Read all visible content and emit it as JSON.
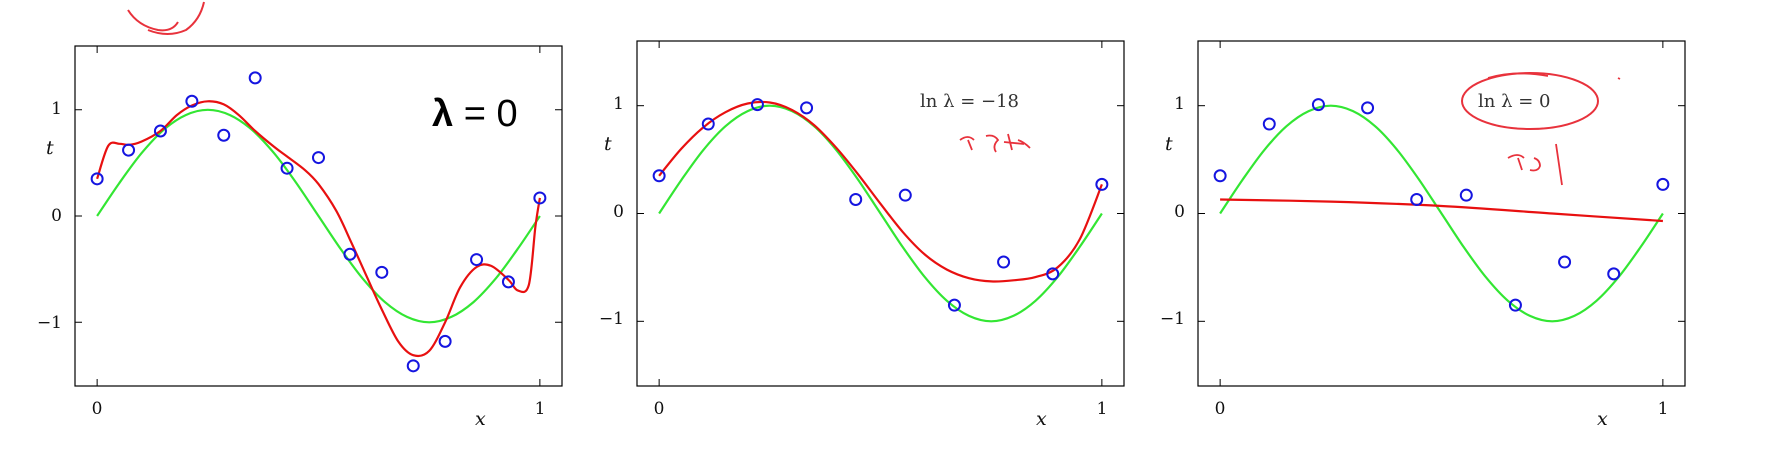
{
  "chart_data": [
    {
      "type": "line",
      "annotation": {
        "lead": "λ",
        "rest": " = 0",
        "style": "bold-sans"
      },
      "xlabel": "x",
      "ylabel": "t",
      "xlim": [
        -0.05,
        1.05
      ],
      "ylim": [
        -1.6,
        1.6
      ],
      "xticks": [
        "0",
        "1"
      ],
      "yticks": [
        "1",
        "0",
        "−1"
      ],
      "points": {
        "x": [
          0.0,
          0.071,
          0.143,
          0.214,
          0.286,
          0.357,
          0.429,
          0.5,
          0.571,
          0.643,
          0.714,
          0.786,
          0.857,
          0.929,
          1.0
        ],
        "y": [
          0.35,
          0.62,
          0.8,
          1.08,
          0.76,
          1.3,
          0.45,
          0.55,
          -0.36,
          -0.53,
          -1.41,
          -1.18,
          -0.41,
          -0.62,
          0.17
        ]
      },
      "series": [
        {
          "role": "truth",
          "color": "#33e633",
          "x": [
            0,
            0.05,
            0.1,
            0.15,
            0.2,
            0.25,
            0.3,
            0.35,
            0.4,
            0.45,
            0.5,
            0.55,
            0.6,
            0.65,
            0.7,
            0.75,
            0.8,
            0.85,
            0.9,
            0.95,
            1.0
          ],
          "y": [
            0,
            0.31,
            0.59,
            0.81,
            0.95,
            1.0,
            0.95,
            0.81,
            0.59,
            0.31,
            0,
            -0.31,
            -0.59,
            -0.81,
            -0.95,
            -1.0,
            -0.95,
            -0.81,
            -0.59,
            -0.31,
            0
          ]
        },
        {
          "role": "fit",
          "color": "#e81010",
          "x": [
            0,
            0.025,
            0.05,
            0.071,
            0.1,
            0.143,
            0.18,
            0.214,
            0.25,
            0.286,
            0.32,
            0.357,
            0.4,
            0.429,
            0.47,
            0.5,
            0.54,
            0.571,
            0.61,
            0.643,
            0.68,
            0.714,
            0.75,
            0.786,
            0.82,
            0.857,
            0.89,
            0.929,
            0.95,
            0.975,
            0.99,
            1.0
          ],
          "y": [
            0.35,
            0.66,
            0.68,
            0.67,
            0.7,
            0.8,
            0.95,
            1.04,
            1.08,
            1.05,
            0.95,
            0.8,
            0.65,
            0.56,
            0.43,
            0.3,
            0.05,
            -0.22,
            -0.58,
            -0.88,
            -1.18,
            -1.31,
            -1.27,
            -1.0,
            -0.67,
            -0.48,
            -0.47,
            -0.6,
            -0.7,
            -0.65,
            -0.1,
            0.17
          ]
        }
      ]
    },
    {
      "type": "line",
      "annotation": {
        "text": "ln λ = −18",
        "style": "serif"
      },
      "xlabel": "x",
      "ylabel": "t",
      "xlim": [
        -0.05,
        1.05
      ],
      "ylim": [
        -1.6,
        1.6
      ],
      "xticks": [
        "0",
        "1"
      ],
      "yticks": [
        "1",
        "0",
        "−1"
      ],
      "points": {
        "x": [
          0.0,
          0.111,
          0.222,
          0.333,
          0.444,
          0.556,
          0.667,
          0.778,
          0.889,
          1.0
        ],
        "y": [
          0.35,
          0.83,
          1.01,
          0.98,
          0.13,
          0.17,
          -0.85,
          -0.45,
          -0.56,
          0.27
        ]
      },
      "series": [
        {
          "role": "truth",
          "color": "#33e633",
          "x": [
            0,
            0.05,
            0.1,
            0.15,
            0.2,
            0.25,
            0.3,
            0.35,
            0.4,
            0.45,
            0.5,
            0.55,
            0.6,
            0.65,
            0.7,
            0.75,
            0.8,
            0.85,
            0.9,
            0.95,
            1.0
          ],
          "y": [
            0,
            0.31,
            0.59,
            0.81,
            0.95,
            1.0,
            0.95,
            0.81,
            0.59,
            0.31,
            0,
            -0.31,
            -0.59,
            -0.81,
            -0.95,
            -1.0,
            -0.95,
            -0.81,
            -0.59,
            -0.31,
            0
          ]
        },
        {
          "role": "fit",
          "color": "#e81010",
          "x": [
            0,
            0.05,
            0.1,
            0.15,
            0.2,
            0.25,
            0.3,
            0.35,
            0.4,
            0.45,
            0.5,
            0.55,
            0.6,
            0.65,
            0.7,
            0.75,
            0.8,
            0.85,
            0.9,
            0.95,
            1.0
          ],
          "y": [
            0.35,
            0.6,
            0.8,
            0.94,
            1.02,
            1.03,
            0.96,
            0.82,
            0.61,
            0.36,
            0.09,
            -0.17,
            -0.38,
            -0.52,
            -0.6,
            -0.63,
            -0.62,
            -0.59,
            -0.5,
            -0.24,
            0.27
          ]
        }
      ]
    },
    {
      "type": "line",
      "annotation": {
        "text": "ln λ = 0",
        "style": "serif"
      },
      "xlabel": "x",
      "ylabel": "t",
      "xlim": [
        -0.05,
        1.05
      ],
      "ylim": [
        -1.6,
        1.6
      ],
      "xticks": [
        "0",
        "1"
      ],
      "yticks": [
        "1",
        "0",
        "−1"
      ],
      "points": {
        "x": [
          0.0,
          0.111,
          0.222,
          0.333,
          0.444,
          0.556,
          0.667,
          0.778,
          0.889,
          1.0
        ],
        "y": [
          0.35,
          0.83,
          1.01,
          0.98,
          0.13,
          0.17,
          -0.85,
          -0.45,
          -0.56,
          0.27
        ]
      },
      "series": [
        {
          "role": "truth",
          "color": "#33e633",
          "x": [
            0,
            0.05,
            0.1,
            0.15,
            0.2,
            0.25,
            0.3,
            0.35,
            0.4,
            0.45,
            0.5,
            0.55,
            0.6,
            0.65,
            0.7,
            0.75,
            0.8,
            0.85,
            0.9,
            0.95,
            1.0
          ],
          "y": [
            0,
            0.31,
            0.59,
            0.81,
            0.95,
            1.0,
            0.95,
            0.81,
            0.59,
            0.31,
            0,
            -0.31,
            -0.59,
            -0.81,
            -0.95,
            -1.0,
            -0.95,
            -0.81,
            -0.59,
            -0.31,
            0
          ]
        },
        {
          "role": "fit",
          "color": "#e81010",
          "x": [
            0,
            0.25,
            0.5,
            0.75,
            1.0
          ],
          "y": [
            0.13,
            0.11,
            0.07,
            0.0,
            -0.07
          ]
        }
      ]
    }
  ],
  "colors": {
    "points": "#1515e0",
    "truth": "#33e633",
    "fit": "#e81010",
    "ink": "#e8323c"
  }
}
